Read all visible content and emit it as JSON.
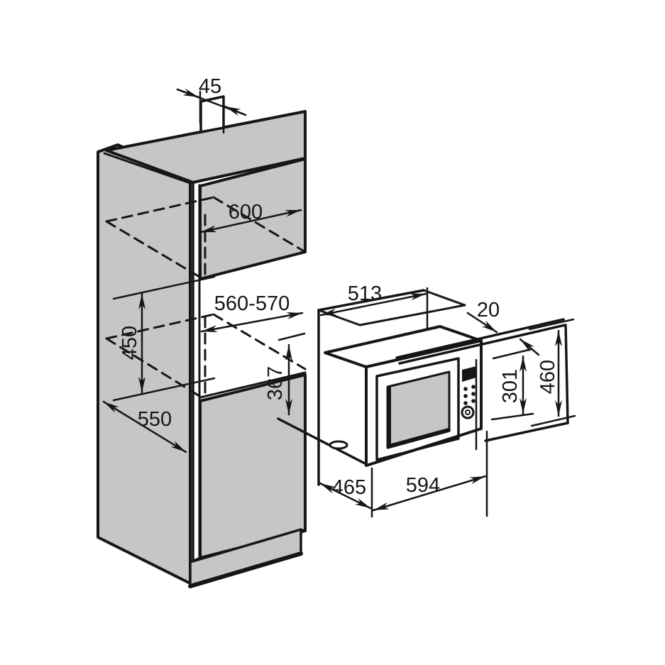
{
  "colors": {
    "line": "#161616",
    "panel_fill": "#c6c6c6",
    "display_fill": "#161616",
    "background": "#ffffff"
  },
  "dimensions": {
    "top_filler_depth": {
      "label": "45"
    },
    "cabinet_width": {
      "label": "600"
    },
    "niche_width": {
      "label": "560-570"
    },
    "niche_height": {
      "label": "450"
    },
    "cabinet_depth": {
      "label": "550"
    },
    "niche_front_clearance": {
      "label": "367"
    },
    "built_in_depth": {
      "label": "513"
    },
    "frame_overlap": {
      "label": "20"
    },
    "appliance_height": {
      "label": "301"
    },
    "frame_height": {
      "label": "460"
    },
    "appliance_depth": {
      "label": "465"
    },
    "appliance_width": {
      "label": "594"
    }
  }
}
